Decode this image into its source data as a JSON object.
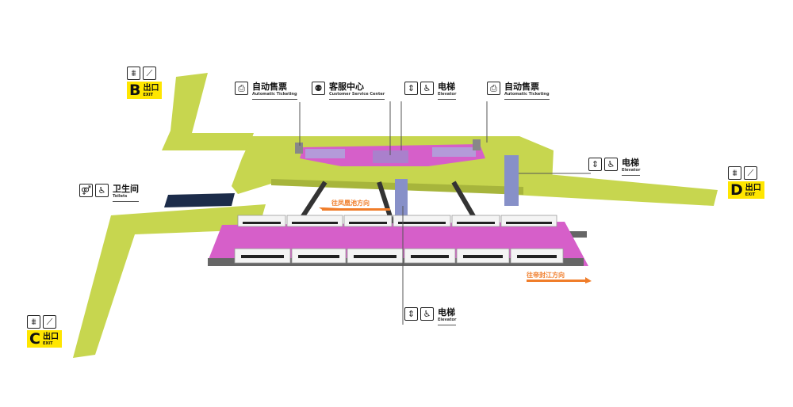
{
  "colors": {
    "concourse": "#c7d64f",
    "platform": "#d65fc9",
    "track": "#666666",
    "elevator_shaft": "#8790c8",
    "toilet_block": "#1c2c4a",
    "exit_badge": "#ffe600",
    "direction": "#f07d2a"
  },
  "facilities": {
    "ticketing_left": {
      "zh": "自动售票",
      "en": "Automatic Ticketing",
      "icon": "ticket-machine-icon"
    },
    "service_center": {
      "zh": "客服中心",
      "en": "Customer Service Center",
      "icon": "service-staff-icon"
    },
    "elevator_top": {
      "zh": "电梯",
      "en": "Elevator",
      "icon": "elevator-icon"
    },
    "ticketing_right": {
      "zh": "自动售票",
      "en": "Automatic Ticketing",
      "icon": "ticket-machine-icon"
    },
    "elevator_right": {
      "zh": "电梯",
      "en": "Elevator",
      "icon": "elevator-icon"
    },
    "toilets": {
      "zh": "卫生间",
      "en": "Toilets",
      "icon": "toilet-icon"
    },
    "elevator_bottom": {
      "zh": "电梯",
      "en": "Elevator",
      "icon": "elevator-icon"
    }
  },
  "exits": {
    "b": {
      "letter": "B",
      "zh": "出口",
      "en": "EXIT"
    },
    "c": {
      "letter": "C",
      "zh": "出口",
      "en": "EXIT"
    },
    "d": {
      "letter": "D",
      "zh": "出口",
      "en": "EXIT"
    }
  },
  "directions": {
    "upper": "往凤凰池方向",
    "lower": "往帝封江方向"
  }
}
